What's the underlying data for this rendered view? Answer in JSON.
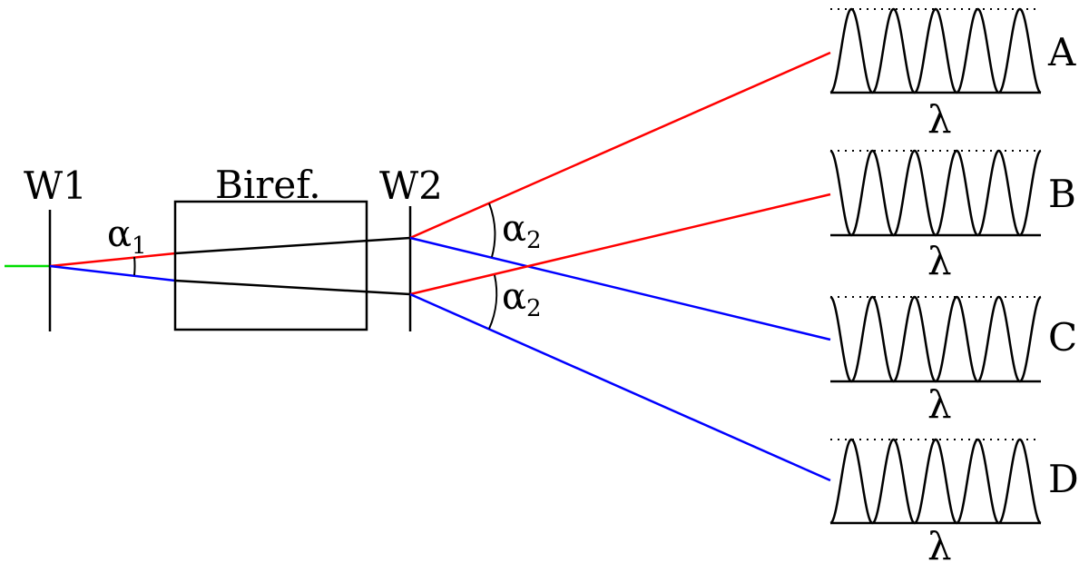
{
  "labels": {
    "w1": "W1",
    "w2": "W2",
    "biref": "Biref.",
    "alpha": "α",
    "alpha1_sub": "1",
    "alpha2_sub": "2",
    "lambda": "λ"
  },
  "outputs": [
    {
      "id": "A",
      "label": "A",
      "beam_color": "#ff0000"
    },
    {
      "id": "B",
      "label": "B",
      "beam_color": "#ff0000"
    },
    {
      "id": "C",
      "label": "C",
      "beam_color": "#0000ff"
    },
    {
      "id": "D",
      "label": "D",
      "beam_color": "#0000ff"
    }
  ],
  "colors": {
    "input_beam": "#00dd00",
    "beam_red": "#ff0000",
    "beam_blue": "#0000ff",
    "beam_inside_crystal": "#000000",
    "line": "#000000"
  },
  "fringe_count": 5
}
